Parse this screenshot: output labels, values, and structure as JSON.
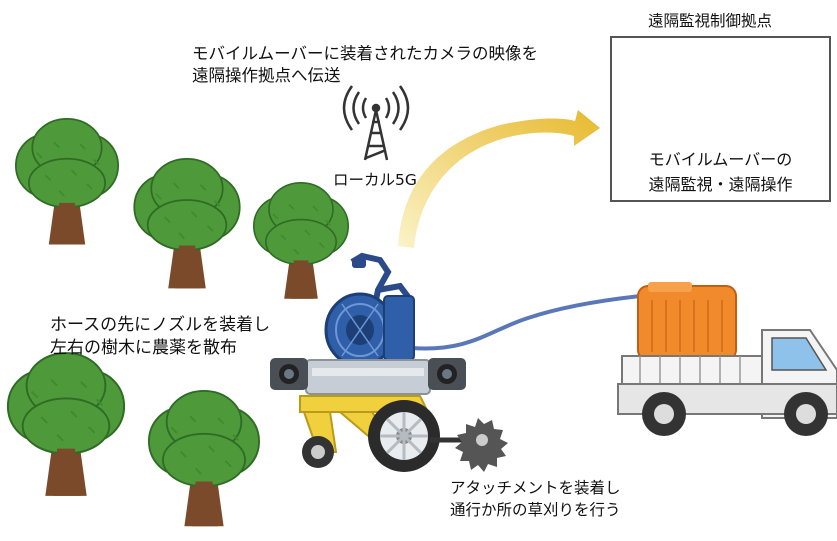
{
  "remote_station": {
    "title": "遠隔監視制御拠点",
    "desc_line1": "モバイルムーバーの",
    "desc_line2": "遠隔監視・遠隔操作"
  },
  "camera_caption": {
    "line1": "モバイルムーバーに装着されたカメラの映像を",
    "line2": "遠隔操作拠点へ伝送"
  },
  "network_label": "ローカル5G",
  "spray_caption": {
    "line1": "ホースの先にノズルを装着し",
    "line2": "左右の樹木に農薬を散布"
  },
  "attachment_caption": {
    "line1": "アタッチメントを装着し",
    "line2": "通行か所の草刈りを行う"
  },
  "colors": {
    "tree_leaf": "#4e9a3a",
    "tree_trunk": "#7a4a2a",
    "arrow": "#e9c23c",
    "hose": "#5a78b8",
    "tank": "#f08a2a",
    "reel": "#2f5fa8"
  }
}
